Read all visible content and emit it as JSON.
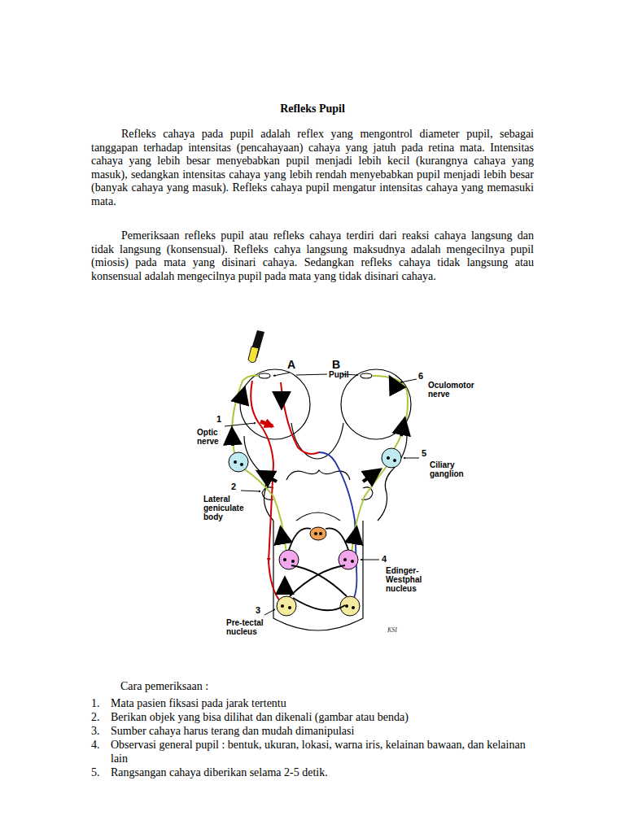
{
  "diagram": {
    "title": "Refleks Pupil",
    "labels": [
      "Refleks cahaya pada pupil adalah reflex yang mengontrol diameter pupil, sebagai tanggapan terhadap intensitas (pencahayaan) cahaya yang jatuh pada retina mata. Intensitas cahaya yang lebih besar menyebabkan pupil menjadi lebih kecil (kurangnya cahaya yang masuk), sedangkan intensitas cahaya yang lebih rendah menyebabkan pupil menjadi lebih besar (banyak cahaya yang masuk). Refleks cahaya pupil mengatur intensitas cahaya yang memasuki mata.",
      "Pemeriksaan refleks pupil atau refleks cahaya terdiri dari reaksi cahaya langsung dan tidak langsung (konsensual). Refleks cahya langsung maksudnya adalah mengecilnya pupil (miosis) pada mata yang disinari cahaya. Sedangkan refleks cahaya tidak langsung atau konsensual adalah mengecilnya pupil pada mata yang tidak disinari cahaya.",
      "A",
      "B",
      "Pupil",
      "1",
      "Optic nerve",
      "2",
      "Lateral geniculate body",
      "3",
      "Pre-tectal nucleus",
      "4",
      "Edinger-Westphal nucleus",
      "5",
      "Ciliary ganglion",
      "6",
      "Oculomotor nerve",
      "KSI",
      "Cara pemeriksaan :",
      "1.",
      "Mata pasien fiksasi pada jarak tertentu",
      "2.",
      "Berikan objek yang bisa dilihat dan dikenali (gambar atau benda)",
      "3.",
      "Sumber cahaya harus terang dan mudah dimanipulasi",
      "4.",
      "Observasi general pupil : bentuk, ukuran, lokasi, warna iris, kelainan bawaan, dan kelainan lain",
      "5.",
      "Rangsangan cahaya diberikan selama 2-5 detik."
    ]
  }
}
